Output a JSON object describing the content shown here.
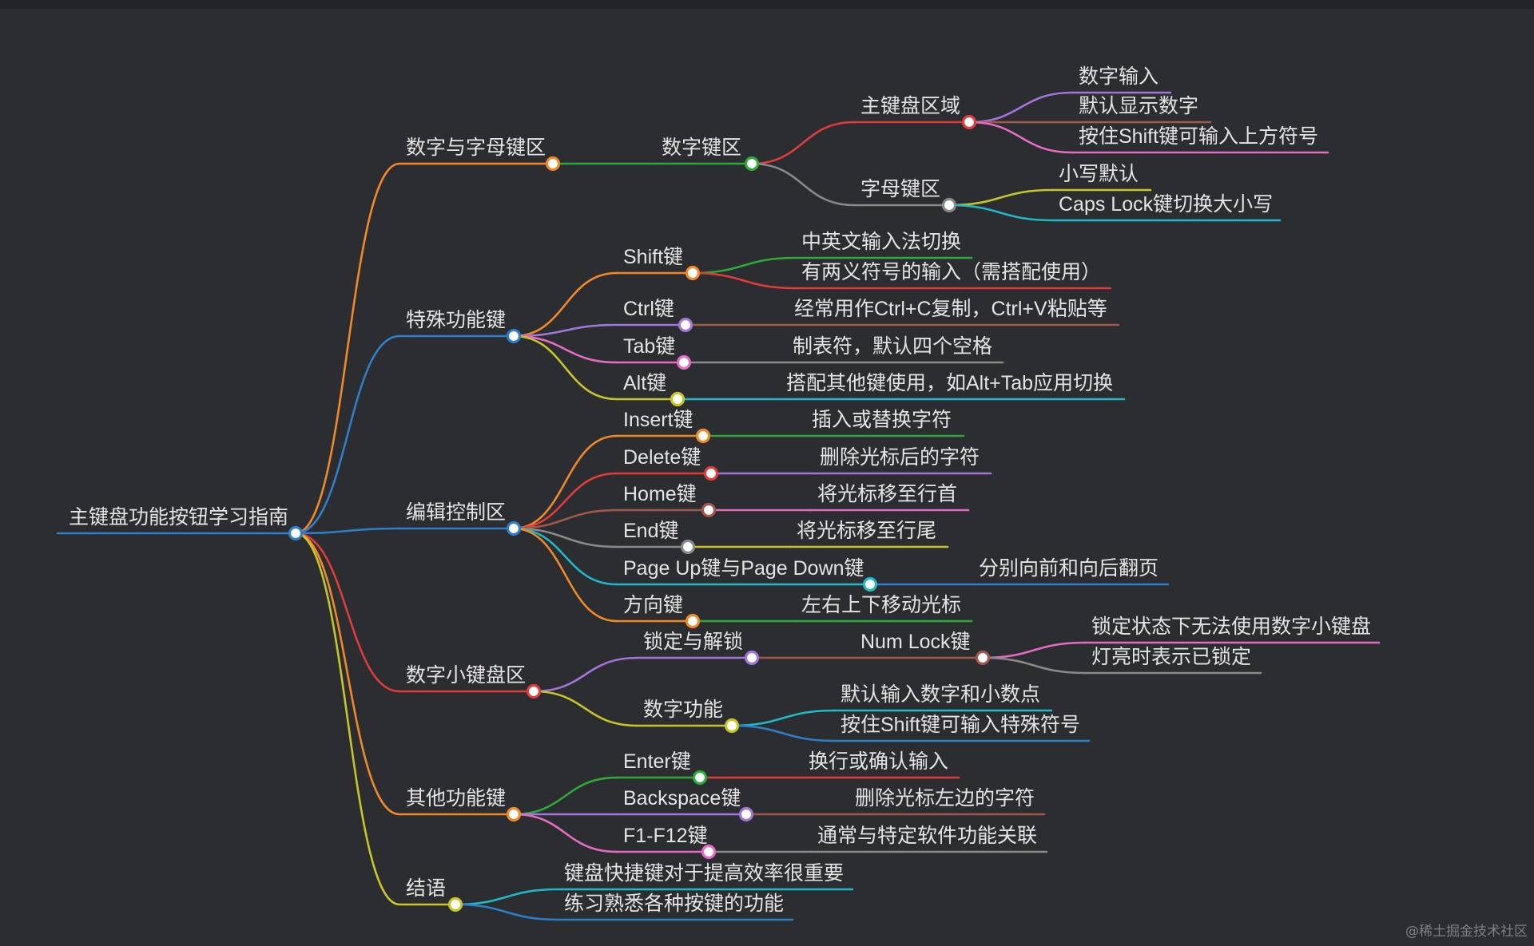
{
  "mindmap": {
    "root": "主键盘功能按钮学习指南",
    "branches": [
      {
        "id": "b1",
        "label": "数字与字母键区",
        "color": "#f0892a",
        "children": [
          {
            "id": "b1c1",
            "label": "数字键区",
            "color": "#2eaa3a",
            "children": [
              {
                "id": "b1c1a",
                "label": "主键盘区域",
                "color": "#e03c3c",
                "children": [
                  {
                    "id": "b1c1a1",
                    "label": "数字输入",
                    "color": "#a276d8"
                  },
                  {
                    "id": "b1c1a2",
                    "label": "默认显示数字",
                    "color": "#a0584a"
                  },
                  {
                    "id": "b1c1a3",
                    "label": "按住Shift键可输入上方符号",
                    "color": "#e66bc4"
                  }
                ]
              },
              {
                "id": "b1c1b",
                "label": "字母键区",
                "color": "#8a8a8a",
                "children": [
                  {
                    "id": "b1c1b1",
                    "label": "小写默认",
                    "color": "#c6c62a"
                  },
                  {
                    "id": "b1c1b2",
                    "label": "Caps Lock键切换大小写",
                    "color": "#1fb9c7"
                  }
                ]
              }
            ]
          }
        ]
      },
      {
        "id": "b2",
        "label": "特殊功能键",
        "color": "#2f7fc8",
        "children": [
          {
            "id": "b2c1",
            "label": "Shift键",
            "color": "#f0892a",
            "children": [
              {
                "id": "b2c1a",
                "label": "中英文输入法切换",
                "color": "#2eaa3a"
              },
              {
                "id": "b2c1b",
                "label": "有两义符号的输入（需搭配使用）",
                "color": "#e03c3c"
              }
            ]
          },
          {
            "id": "b2c2",
            "label": "Ctrl键",
            "color": "#a276d8",
            "children": [
              {
                "id": "b2c2a",
                "label": "经常用作Ctrl+C复制，Ctrl+V粘贴等",
                "color": "#a0584a"
              }
            ]
          },
          {
            "id": "b2c3",
            "label": "Tab键",
            "color": "#e66bc4",
            "children": [
              {
                "id": "b2c3a",
                "label": "制表符，默认四个空格",
                "color": "#8a8a8a"
              }
            ]
          },
          {
            "id": "b2c4",
            "label": "Alt键",
            "color": "#c6c62a",
            "children": [
              {
                "id": "b2c4a",
                "label": "搭配其他键使用，如Alt+Tab应用切换",
                "color": "#1fb9c7"
              }
            ]
          }
        ]
      },
      {
        "id": "b3",
        "label": "编辑控制区",
        "color": "#2f7fc8",
        "children": [
          {
            "id": "b3c1",
            "label": "Insert键",
            "color": "#f0892a",
            "children": [
              {
                "id": "b3c1a",
                "label": "插入或替换字符",
                "color": "#2eaa3a"
              }
            ]
          },
          {
            "id": "b3c2",
            "label": "Delete键",
            "color": "#e03c3c",
            "children": [
              {
                "id": "b3c2a",
                "label": "删除光标后的字符",
                "color": "#a276d8"
              }
            ]
          },
          {
            "id": "b3c3",
            "label": "Home键",
            "color": "#a0584a",
            "children": [
              {
                "id": "b3c3a",
                "label": "将光标移至行首",
                "color": "#e66bc4"
              }
            ]
          },
          {
            "id": "b3c4",
            "label": "End键",
            "color": "#8a8a8a",
            "children": [
              {
                "id": "b3c4a",
                "label": "将光标移至行尾",
                "color": "#c6c62a"
              }
            ]
          },
          {
            "id": "b3c5",
            "label": "Page Up键与Page Down键",
            "color": "#1fb9c7",
            "children": [
              {
                "id": "b3c5a",
                "label": "分别向前和向后翻页",
                "color": "#2f7fc8"
              }
            ]
          },
          {
            "id": "b3c6",
            "label": "方向键",
            "color": "#f0892a",
            "children": [
              {
                "id": "b3c6a",
                "label": "左右上下移动光标",
                "color": "#2eaa3a"
              }
            ]
          }
        ]
      },
      {
        "id": "b4",
        "label": "数字小键盘区",
        "color": "#e03c3c",
        "children": [
          {
            "id": "b4c1",
            "label": "锁定与解锁",
            "color": "#a276d8",
            "children": [
              {
                "id": "b4c1a",
                "label": "Num Lock键",
                "color": "#a0584a",
                "children": [
                  {
                    "id": "b4c1a1",
                    "label": "锁定状态下无法使用数字小键盘",
                    "color": "#e66bc4"
                  },
                  {
                    "id": "b4c1a2",
                    "label": "灯亮时表示已锁定",
                    "color": "#8a8a8a"
                  }
                ]
              }
            ]
          },
          {
            "id": "b4c2",
            "label": "数字功能",
            "color": "#c6c62a",
            "children": [
              {
                "id": "b4c2a",
                "label": "默认输入数字和小数点",
                "color": "#1fb9c7"
              },
              {
                "id": "b4c2b",
                "label": "按住Shift键可输入特殊符号",
                "color": "#2f7fc8"
              }
            ]
          }
        ]
      },
      {
        "id": "b5",
        "label": "其他功能键",
        "color": "#f0892a",
        "children": [
          {
            "id": "b5c1",
            "label": "Enter键",
            "color": "#2eaa3a",
            "children": [
              {
                "id": "b5c1a",
                "label": "换行或确认输入",
                "color": "#e03c3c"
              }
            ]
          },
          {
            "id": "b5c2",
            "label": "Backspace键",
            "color": "#a276d8",
            "children": [
              {
                "id": "b5c2a",
                "label": "删除光标左边的字符",
                "color": "#a0584a"
              }
            ]
          },
          {
            "id": "b5c3",
            "label": "F1-F12键",
            "color": "#e66bc4",
            "children": [
              {
                "id": "b5c3a",
                "label": "通常与特定软件功能关联",
                "color": "#8a8a8a"
              }
            ]
          }
        ]
      },
      {
        "id": "b6",
        "label": "结语",
        "color": "#c6c62a",
        "children": [
          {
            "id": "b6a",
            "label": "键盘快捷键对于提高效率很重要",
            "color": "#1fb9c7"
          },
          {
            "id": "b6b",
            "label": "练习熟悉各种按键的功能",
            "color": "#2f7fc8"
          }
        ]
      }
    ]
  },
  "footer": {
    "watermark": "@稀土掘金技术社区"
  }
}
